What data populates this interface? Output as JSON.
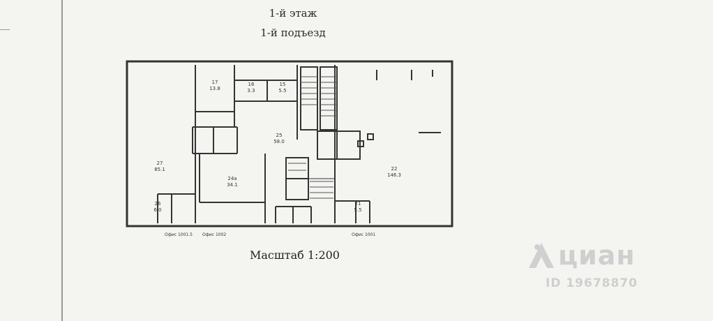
{
  "header": {
    "floor": "1-й этаж",
    "entrance": "1-й подъезд"
  },
  "scale_label": "Масштаб 1:200",
  "offices": [
    {
      "label": "Офис 1001.5"
    },
    {
      "label": "Офис 1002"
    },
    {
      "label": "Офис 1001"
    }
  ],
  "rooms": [
    {
      "num": "27",
      "area": "85.1"
    },
    {
      "num": "17",
      "area": "13.8"
    },
    {
      "num": "24а",
      "area": "34.1"
    },
    {
      "num": "25",
      "area": "58.0"
    },
    {
      "num": "22",
      "area": "146.3"
    },
    {
      "num": "26",
      "area": "6.0"
    },
    {
      "num": "21",
      "area": "5.5"
    },
    {
      "num": "16",
      "area": "3.3"
    },
    {
      "num": "15",
      "area": "5.5"
    }
  ],
  "watermark": {
    "brand": "циан",
    "id": "ID 19678870"
  }
}
